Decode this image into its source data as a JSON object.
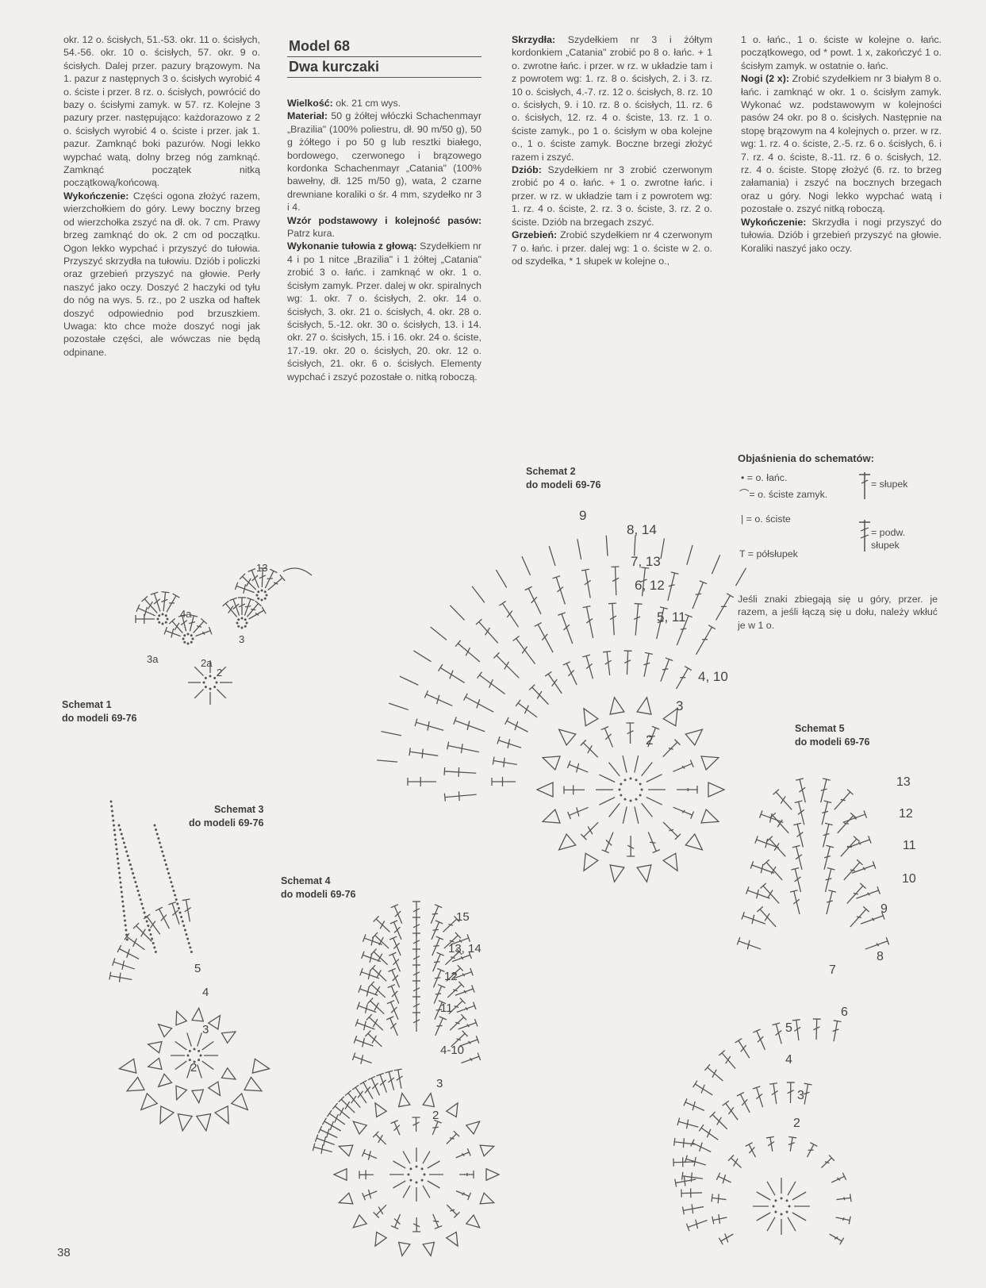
{
  "col1": {
    "p1": "okr. 12 o. ścisłych, 51.-53. okr. 11 o. ścisłych, 54.-56. okr. 10 o. ścisłych, 57. okr. 9 o. ścisłych. Dalej przer. pazury brązowym. Na 1. pazur z następnych 3 o. ścisłych wyrobić 4 o. ściste i przer. 8 rz. o. ścisłych, powrócić do bazy o. ścisłymi zamyk. w 57. rz. Kolejne 3 pazury przer. następująco: każdorazowo z 2 o. ścisłych wyrobić 4 o. ściste i przer. jak 1. pazur. Zamknąć boki pazurów. Nogi lekko wypchać watą, dolny brzeg nóg zamknąć. Zamknąć początek nitką początkową/końcową.",
    "h2": "Wykończenie:",
    "p2": "Części ogona złożyć razem, wierzchołkiem do góry. Lewy boczny brzeg od wierzchołka zszyć na dł. ok. 7 cm. Prawy brzeg zamknąć do ok. 2 cm od początku. Ogon lekko wypchać i przyszyć do tułowia. Przyszyć skrzydła na tułowiu. Dziób i policzki oraz grzebień przyszyć na głowie. Perły naszyć jako oczy. Doszyć 2 haczyki od tyłu do nóg na wys. 5. rz., po 2 uszka od haftek doszyć odpowiednio pod brzuszkiem. Uwaga: kto chce może doszyć nogi jak pozostałe części, ale wówczas nie będą odpinane."
  },
  "model": {
    "title": "Model 68",
    "subtitle": "Dwa kurczaki"
  },
  "col2": {
    "h1": "Wielkość:",
    "p1": "ok. 21 cm wys.",
    "h2": "Materiał:",
    "p2": "50 g żółtej włóczki Schachenmayr „Brazilia\" (100% poliestru, dł. 90 m/50 g), 50 g żółtego i po 50 g lub resztki białego, bordowego, czerwonego i brązowego kordonka Schachenmayr „Catania\" (100% bawełny, dł. 125 m/50 g), wata, 2 czarne drewniane koraliki o śr. 4 mm, szydełko nr 3 i 4.",
    "h3": "Wzór podstawowy i kolejność pasów:",
    "p3": "Patrz kura.",
    "h4": "Wykonanie tułowia z głową:",
    "p4": "Szydełkiem nr 4 i po 1 nitce „Brazilia\" i 1 żółtej „Catania\" zrobić 3 o. łańc. i zamknąć w okr. 1 o. ścisłym zamyk. Przer. dalej w okr. spiralnych wg: 1. okr. 7 o. ścisłych, 2. okr. 14 o. ścisłych, 3. okr. 21 o. ścisłych, 4. okr. 28 o. ścisłych, 5.-12. okr. 30 o. ścisłych, 13. i 14. okr. 27 o. ścisłych, 15. i 16. okr. 24 o. ściste, 17.-19. okr. 20 o. ścisłych, 20. okr. 12 o. ścisłych, 21. okr. 6 o. ścisłych. Elementy wypchać i zszyć pozostałe o. nitką roboczą."
  },
  "col3": {
    "h1": "Skrzydła:",
    "p1": "Szydełkiem nr 3 i żółtym kordonkiem „Catania\" zrobić po 8 o. łańc. + 1 o. zwrotne łańc. i przer. w rz. w układzie tam i z powrotem wg: 1. rz. 8 o. ścisłych, 2. i 3. rz. 10 o. ścisłych, 4.-7. rz. 12 o. ścisłych, 8. rz. 10 o. ścisłych, 9. i 10. rz. 8 o. ścisłych, 11. rz. 6 o. ścisłych, 12. rz. 4 o. ściste, 13. rz. 1 o. ściste zamyk., po 1 o. ścisłym w oba kolejne o., 1 o. ściste zamyk. Boczne brzegi złożyć razem i zszyć.",
    "h2": "Dziób:",
    "p2": "Szydełkiem nr 3 zrobić czerwonym zrobić po 4 o. łańc. + 1 o. zwrotne łańc. i przer. w rz. w układzie tam i z powrotem wg: 1. rz. 4 o. ściste, 2. rz. 3 o. ściste, 3. rz. 2 o. ściste. Dziób na brzegach zszyć.",
    "h3": "Grzebień:",
    "p3": "Zrobić szydełkiem nr 4 czerwonym 7 o. łańc. i przer. dalej wg: 1 o. ściste w 2. o. od szydełka, * 1 słupek w kolejne o.,"
  },
  "col4": {
    "p1": "1 o. łańc., 1 o. ściste w kolejne o. łańc. początkowego, od * powt. 1 x, zakończyć 1 o. ścisłym zamyk. w ostatnie o. łańc.",
    "h2": "Nogi (2 x):",
    "p2": "Zrobić szydełkiem nr 3 białym 8 o. łańc. i zamknąć w okr. 1 o. ścisłym zamyk. Wykonać wz. podstawowym w kolejności pasów 24 okr. po 8 o. ścisłych. Następnie na stopę brązowym na 4 kolejnych o. przer. w rz. wg: 1. rz. 4 o. ściste, 2.-5. rz. 6 o. ścisłych, 6. i 7. rz. 4 o. ściste, 8.-11. rz. 6 o. ścisłych, 12. rz. 4 o. ściste. Stopę złożyć (6. rz. to brzeg załamania) i zszyć na bocznych brzegach oraz u góry. Nogi lekko wypchać watą i pozostałe o. zszyć nitką roboczą.",
    "h3": "Wykończenie:",
    "p3": "Skrzydła i nogi przyszyć do tułowia. Dziób i grzebień przyszyć na głowie. Koraliki naszyć jako oczy."
  },
  "legend": {
    "title": "Objaśnienia do schematów:",
    "chain": "• = o. łańc.",
    "slip": "⌒= o. ściste zamyk.",
    "sc": "| = o. ściste",
    "hdc": "T = półsłupek",
    "dc": "= słupek",
    "tr": "= podw. słupek",
    "note": "Jeśli znaki zbiegają się u góry, przer. je razem, a jeśli łączą się u dołu, należy wkłuć je w 1 o."
  },
  "schemat": {
    "s1": {
      "l1": "Schemat 1",
      "l2": "do modeli 69-76"
    },
    "s2": {
      "l1": "Schemat 2",
      "l2": "do modeli 69-76"
    },
    "s3": {
      "l1": "Schemat 3",
      "l2": "do modeli 69-76"
    },
    "s4": {
      "l1": "Schemat 4",
      "l2": "do modeli 69-76"
    },
    "s5": {
      "l1": "Schemat 5",
      "l2": "do modeli 69-76"
    }
  },
  "diagram_labels": {
    "d1": [
      "13",
      "4a",
      "3",
      "3a",
      "2a",
      "2"
    ],
    "d2": [
      "9",
      "8, 14",
      "7, 13",
      "6, 12",
      "5, 11",
      "4, 10",
      "3",
      "2"
    ],
    "d3": [
      "5",
      "4",
      "3",
      "2"
    ],
    "d4": [
      "15",
      "13, 14",
      "12",
      "11",
      "4-10",
      "3",
      "2"
    ],
    "d5": [
      "13",
      "12",
      "11",
      "10",
      "9",
      "8",
      "7",
      "6",
      "5",
      "4",
      "3",
      "2"
    ]
  },
  "page_number": "38"
}
